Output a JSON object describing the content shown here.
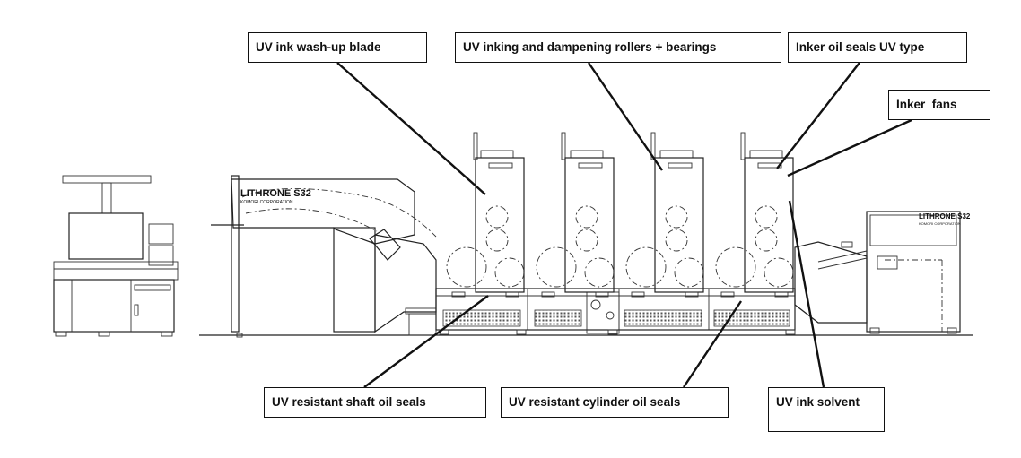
{
  "machine": {
    "brand_main": "LITHRONE S32",
    "brand_main_sub": "KOMORI CORPORATION",
    "brand_delivery": "LITHRONE S32",
    "brand_delivery_sub": "KOMORI CORPORATION"
  },
  "callouts": {
    "wash_up_blade": "UV ink wash-up blade",
    "rollers_bearings": "UV inking and dampening rollers + bearings",
    "inker_oil_seals": "Inker oil seals UV type",
    "inker_fans": "Inker  fans",
    "shaft_oil_seals": "UV resistant shaft oil seals",
    "cylinder_oil_seals": "UV resistant cylinder oil seals",
    "ink_solvent": "UV ink solvent"
  }
}
